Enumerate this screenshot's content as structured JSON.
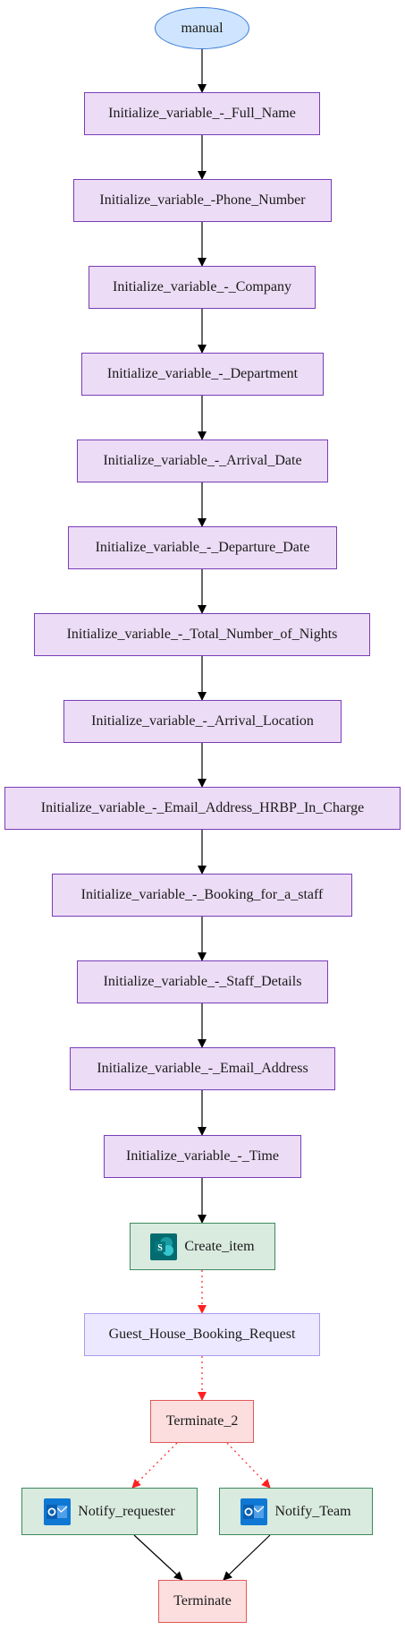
{
  "start": {
    "label": "manual"
  },
  "init_steps": [
    "Initialize_variable_-_Full_Name",
    "Initialize_variable_-Phone_Number",
    "Initialize_variable_-_Company",
    "Initialize_variable_-_Department",
    "Initialize_variable_-_Arrival_Date",
    "Initialize_variable_-_Departure_Date",
    "Initialize_variable_-_Total_Number_of_Nights",
    "Initialize_variable_-_Arrival_Location",
    "Initialize_variable_-_Email_Address_HRBP_In_Charge",
    "Initialize_variable_-_Booking_for_a_staff",
    "Initialize_variable_-_Staff_Details",
    "Initialize_variable_-_Email_Address",
    "Initialize_variable_-_Time"
  ],
  "create_item": {
    "label": "Create_item",
    "icon": "sharepoint-icon"
  },
  "booking_request": {
    "label": "Guest_House_Booking_Request"
  },
  "terminate_2": {
    "label": "Terminate_2"
  },
  "notify_requester": {
    "label": "Notify_requester",
    "icon": "outlook-icon"
  },
  "notify_team": {
    "label": "Notify_Team",
    "icon": "outlook-icon"
  },
  "terminate": {
    "label": "Terminate"
  },
  "colors": {
    "init_fill": "#ecdcf5",
    "init_border": "#7a3db8",
    "start_fill": "#cfe5ff",
    "action_fill": "#d9eadf",
    "terminate_fill": "#fcdede",
    "red_edge": "#ff2020"
  }
}
